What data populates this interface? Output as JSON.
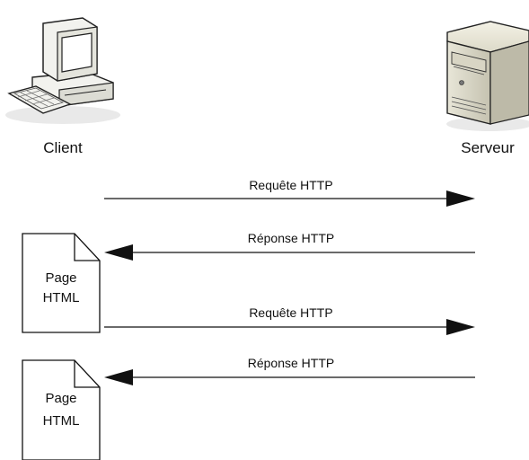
{
  "actors": {
    "client": {
      "label": "Client",
      "icon": "desktop-computer-icon"
    },
    "server": {
      "label": "Serveur",
      "icon": "server-tower-icon"
    }
  },
  "messages": [
    {
      "label": "Requête HTTP",
      "direction": "client-to-server"
    },
    {
      "label": "Réponse HTTP",
      "direction": "server-to-client"
    },
    {
      "label": "Requête HTTP",
      "direction": "client-to-server"
    },
    {
      "label": "Réponse HTTP",
      "direction": "server-to-client"
    }
  ],
  "documents": [
    {
      "line1": "Page",
      "line2": "HTML",
      "icon": "document-icon"
    },
    {
      "line1": "Page",
      "line2": "HTML",
      "icon": "document-icon"
    }
  ],
  "colors": {
    "line": "#111111",
    "icon_fill": "#f4f4f0",
    "icon_shade": "#c9c8c0"
  }
}
